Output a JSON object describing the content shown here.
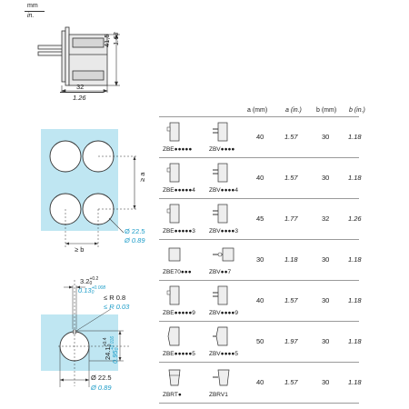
{
  "units": {
    "metric": "mm",
    "imperial": "in."
  },
  "side_view": {
    "width_mm": "32",
    "width_in": "1.26",
    "height_mm": "41,5",
    "height_in": "1.63"
  },
  "hole_pattern": {
    "dim_a": "≥ a",
    "dim_b": "≥ b",
    "dia_mm": "Ø 22.5",
    "dia_in": "Ø 0.89"
  },
  "single_hole": {
    "notch_mm": "3.2",
    "notch_mm_tol": "+0.2",
    "notch_mm_zero": "0",
    "notch_in": "0.13",
    "notch_in_tol": "+0.008",
    "notch_in_zero": "0",
    "radius_mm": "≤ R 0.8",
    "radius_in": "≤ R 0.03",
    "height_mm": "24.1",
    "height_mm_tol": "+0.4",
    "height_mm_zero": "0",
    "height_in": "0.95",
    "height_in_tol": "+0.016",
    "height_in_zero": "0",
    "dia_mm": "Ø 22.5",
    "dia_in": "Ø 0.89"
  },
  "table": {
    "headers": {
      "a_mm": "a (mm)",
      "a_in": "a (in.)",
      "b_mm": "b (mm)",
      "b_in": "b (in.)"
    },
    "rows": [
      {
        "code1": "ZBE●●●●●",
        "code2": "ZBV●●●●",
        "a_mm": "40",
        "a_in": "1.57",
        "b_mm": "30",
        "b_in": "1.18"
      },
      {
        "code1": "ZBE●●●●●4",
        "code2": "ZBV●●●●4",
        "a_mm": "40",
        "a_in": "1.57",
        "b_mm": "30",
        "b_in": "1.18"
      },
      {
        "code1": "ZBE●●●●●3",
        "code2": "ZBV●●●●3",
        "a_mm": "45",
        "a_in": "1.77",
        "b_mm": "32",
        "b_in": "1.26"
      },
      {
        "code1": "ZBE70●●●",
        "code2": "ZBV●●7",
        "a_mm": "30",
        "a_in": "1.18",
        "b_mm": "30",
        "b_in": "1.18"
      },
      {
        "code1": "ZBE●●●●●9",
        "code2": "ZBV●●●●9",
        "a_mm": "40",
        "a_in": "1.57",
        "b_mm": "30",
        "b_in": "1.18"
      },
      {
        "code1": "ZBE●●●●●5",
        "code2": "ZBV●●●●5",
        "a_mm": "50",
        "a_in": "1.97",
        "b_mm": "30",
        "b_in": "1.18"
      },
      {
        "code1": "ZBRT●",
        "code2": "ZBRV1",
        "a_mm": "40",
        "a_in": "1.57",
        "b_mm": "30",
        "b_in": "1.18"
      }
    ]
  },
  "colors": {
    "panel": "#bfe6f2",
    "accent": "#1c9cc8",
    "line": "#333333"
  }
}
